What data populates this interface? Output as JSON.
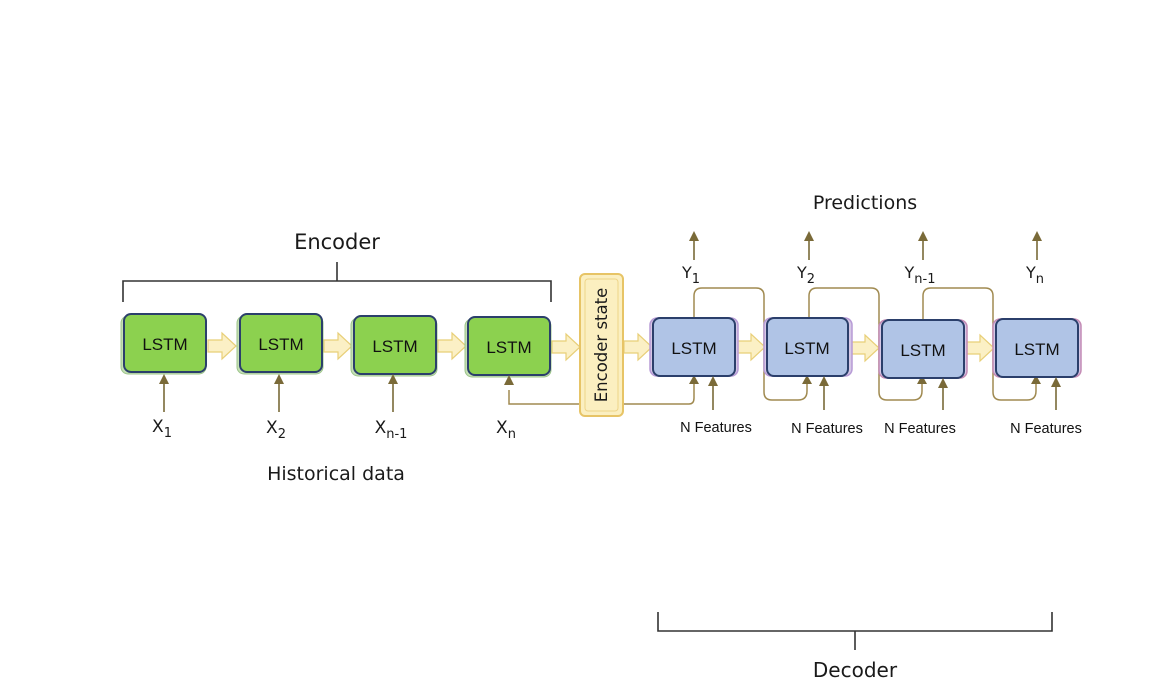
{
  "labels": {
    "encoder": "Encoder",
    "decoder": "Decoder",
    "predictions": "Predictions",
    "historical": "Historical data",
    "encoder_state": "Encoder state"
  },
  "cell_label": "LSTM",
  "inputs": [
    {
      "base": "X",
      "sub": "1"
    },
    {
      "base": "X",
      "sub": "2"
    },
    {
      "base": "X",
      "sub": "n-1"
    },
    {
      "base": "X",
      "sub": "n"
    }
  ],
  "outputs": [
    {
      "base": "Y",
      "sub": "1"
    },
    {
      "base": "Y",
      "sub": "2"
    },
    {
      "base": "Y",
      "sub": "n-1"
    },
    {
      "base": "Y",
      "sub": "n"
    }
  ],
  "decoder_inputs": [
    "N Features",
    "N Features",
    "N Features",
    "N Features"
  ],
  "colors": {
    "encoder_fill": "#8cd14f",
    "decoder_fill": "#b0c4e6",
    "box_border": "#2b3f6b",
    "state_fill": "#fbefc0",
    "state_border": "#e7c466",
    "arrow": "#7a6a38",
    "flow_arrow_fill": "#fbf0c5",
    "flow_arrow_border": "#e8cf78"
  }
}
